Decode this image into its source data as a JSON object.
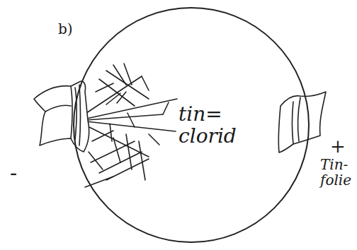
{
  "diagram": {
    "nodes": [
      {
        "text": [
          "tin= clorid"
        ]
      }
    ],
    "labels": [
      "b)",
      "-",
      "+",
      "Tin- folie"
    ]
  }
}
